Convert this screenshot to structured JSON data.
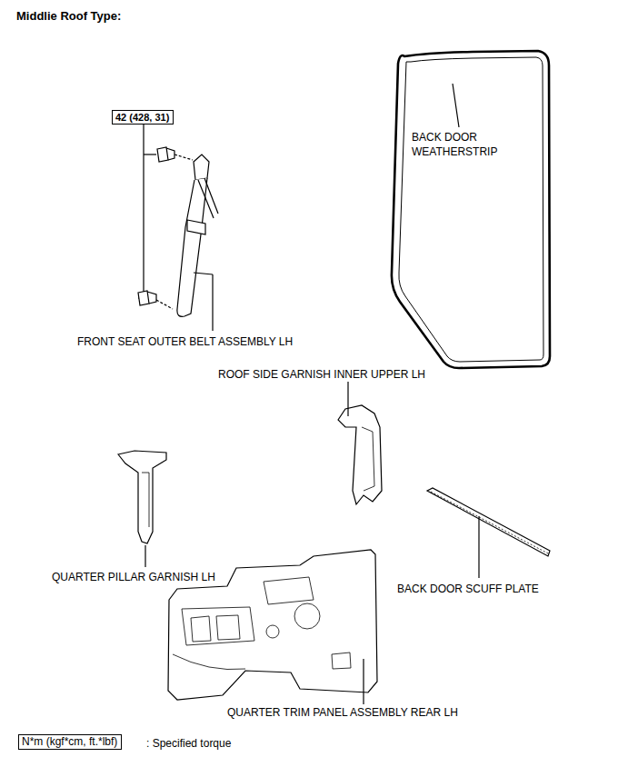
{
  "diagram": {
    "title": "Middlie Roof Type:",
    "nodes": [
      {
        "text": [
          "42 (428, 31)"
        ]
      },
      {
        "text": [
          "N*m (kgf*cm, ft.*lbf)"
        ]
      }
    ],
    "labels": [
      "BACK DOOR WEATHERSTRIP",
      "FRONT SEAT OUTER BELT ASSEMBLY LH",
      "ROOF SIDE GARNISH INNER UPPER LH",
      "QUARTER PILLAR GARNISH LH",
      "BACK DOOR SCUFF PLATE",
      "QUARTER TRIM PANEL ASSEMBLY REAR LH",
      ": Specified torque"
    ]
  }
}
